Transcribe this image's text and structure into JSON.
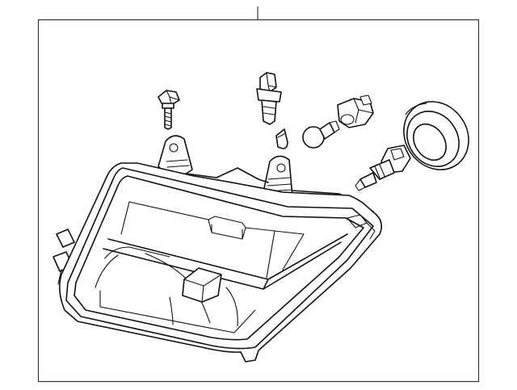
{
  "diagram": {
    "parts": [
      {
        "id": "headlamp-assembly",
        "icon": "headlamp-icon"
      },
      {
        "id": "mounting-bolt",
        "icon": "bolt-icon"
      },
      {
        "id": "bulb-socket",
        "icon": "socket-icon"
      },
      {
        "id": "wedge-bulb",
        "icon": "bulb-icon"
      },
      {
        "id": "turn-signal-bulb",
        "icon": "bulb-icon"
      },
      {
        "id": "bulb-socket-twist",
        "icon": "socket-icon"
      },
      {
        "id": "headlamp-bulb",
        "icon": "bulb-icon"
      },
      {
        "id": "dust-cap",
        "icon": "cap-icon"
      }
    ],
    "colors": {
      "line": "#111111",
      "background": "#ffffff",
      "frame": "#333333"
    }
  }
}
